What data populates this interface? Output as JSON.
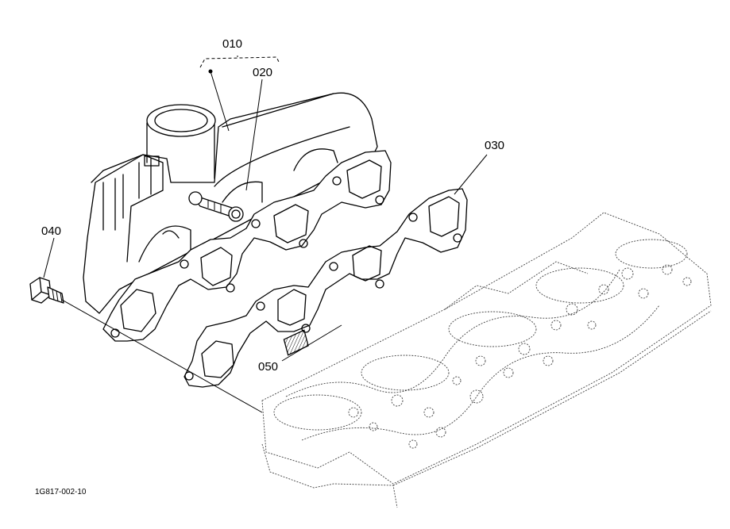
{
  "diagram": {
    "parts": [
      {
        "number": "010"
      },
      {
        "number": "020"
      },
      {
        "number": "030"
      },
      {
        "number": "040"
      },
      {
        "number": "050"
      }
    ],
    "figure_code": "1G817-002-10"
  }
}
